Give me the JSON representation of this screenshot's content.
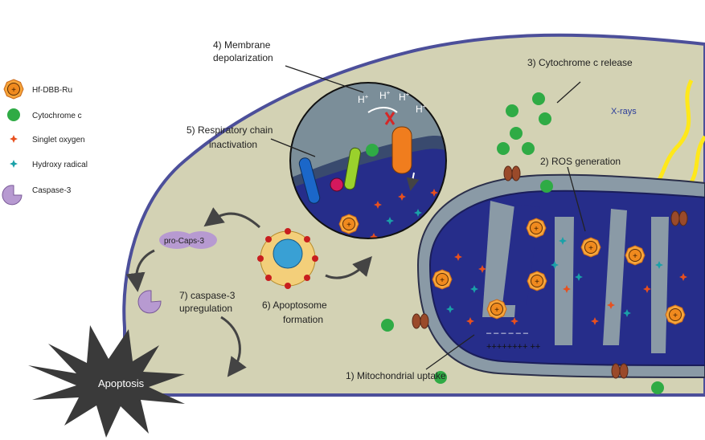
{
  "legend": {
    "items": [
      {
        "label": "Hf-DBB-Ru",
        "icon": "nanoparticle-icon"
      },
      {
        "label": "Cytochrome c",
        "icon": "cytochrome-icon"
      },
      {
        "label": "Singlet oxygen",
        "icon": "singlet-oxygen-icon"
      },
      {
        "label": "Hydroxy radical",
        "icon": "hydroxy-radical-icon"
      },
      {
        "label": "Caspase-3",
        "icon": "caspase-icon"
      }
    ]
  },
  "steps": {
    "s1": "1) Mitochondrial uptake",
    "s2": "2) ROS generation",
    "s3": "3) Cytochrome c release",
    "s4a": "4) Membrane",
    "s4b": "depolarization",
    "s5a": "5) Respiratory chain",
    "s5b": "inactivation",
    "s6a": "6) Apoptosome",
    "s6b": "formation",
    "s7a": "7) caspase-3",
    "s7b": "upregulation"
  },
  "labels": {
    "xrays": "X-rays",
    "apoptosis": "Apoptosis",
    "pro_caps": "pro-Caps-3",
    "hplus": "H",
    "plus_sup": "+",
    "plus_sign": "+",
    "charges_plus": "++++++++ ++",
    "charges_minus": "– – – – – –"
  },
  "colors": {
    "cell": "#d3d2b4",
    "membrane": "#4c4f9a",
    "mito_outer": "#8a9aa6",
    "mito_matrix": "#262d8a",
    "cytochrome": "#2fab45",
    "nanoparticle": "#f08a1e",
    "xray": "#ffe81a",
    "apoptosis": "#3a3a3a",
    "caspase": "#b79ad1"
  }
}
